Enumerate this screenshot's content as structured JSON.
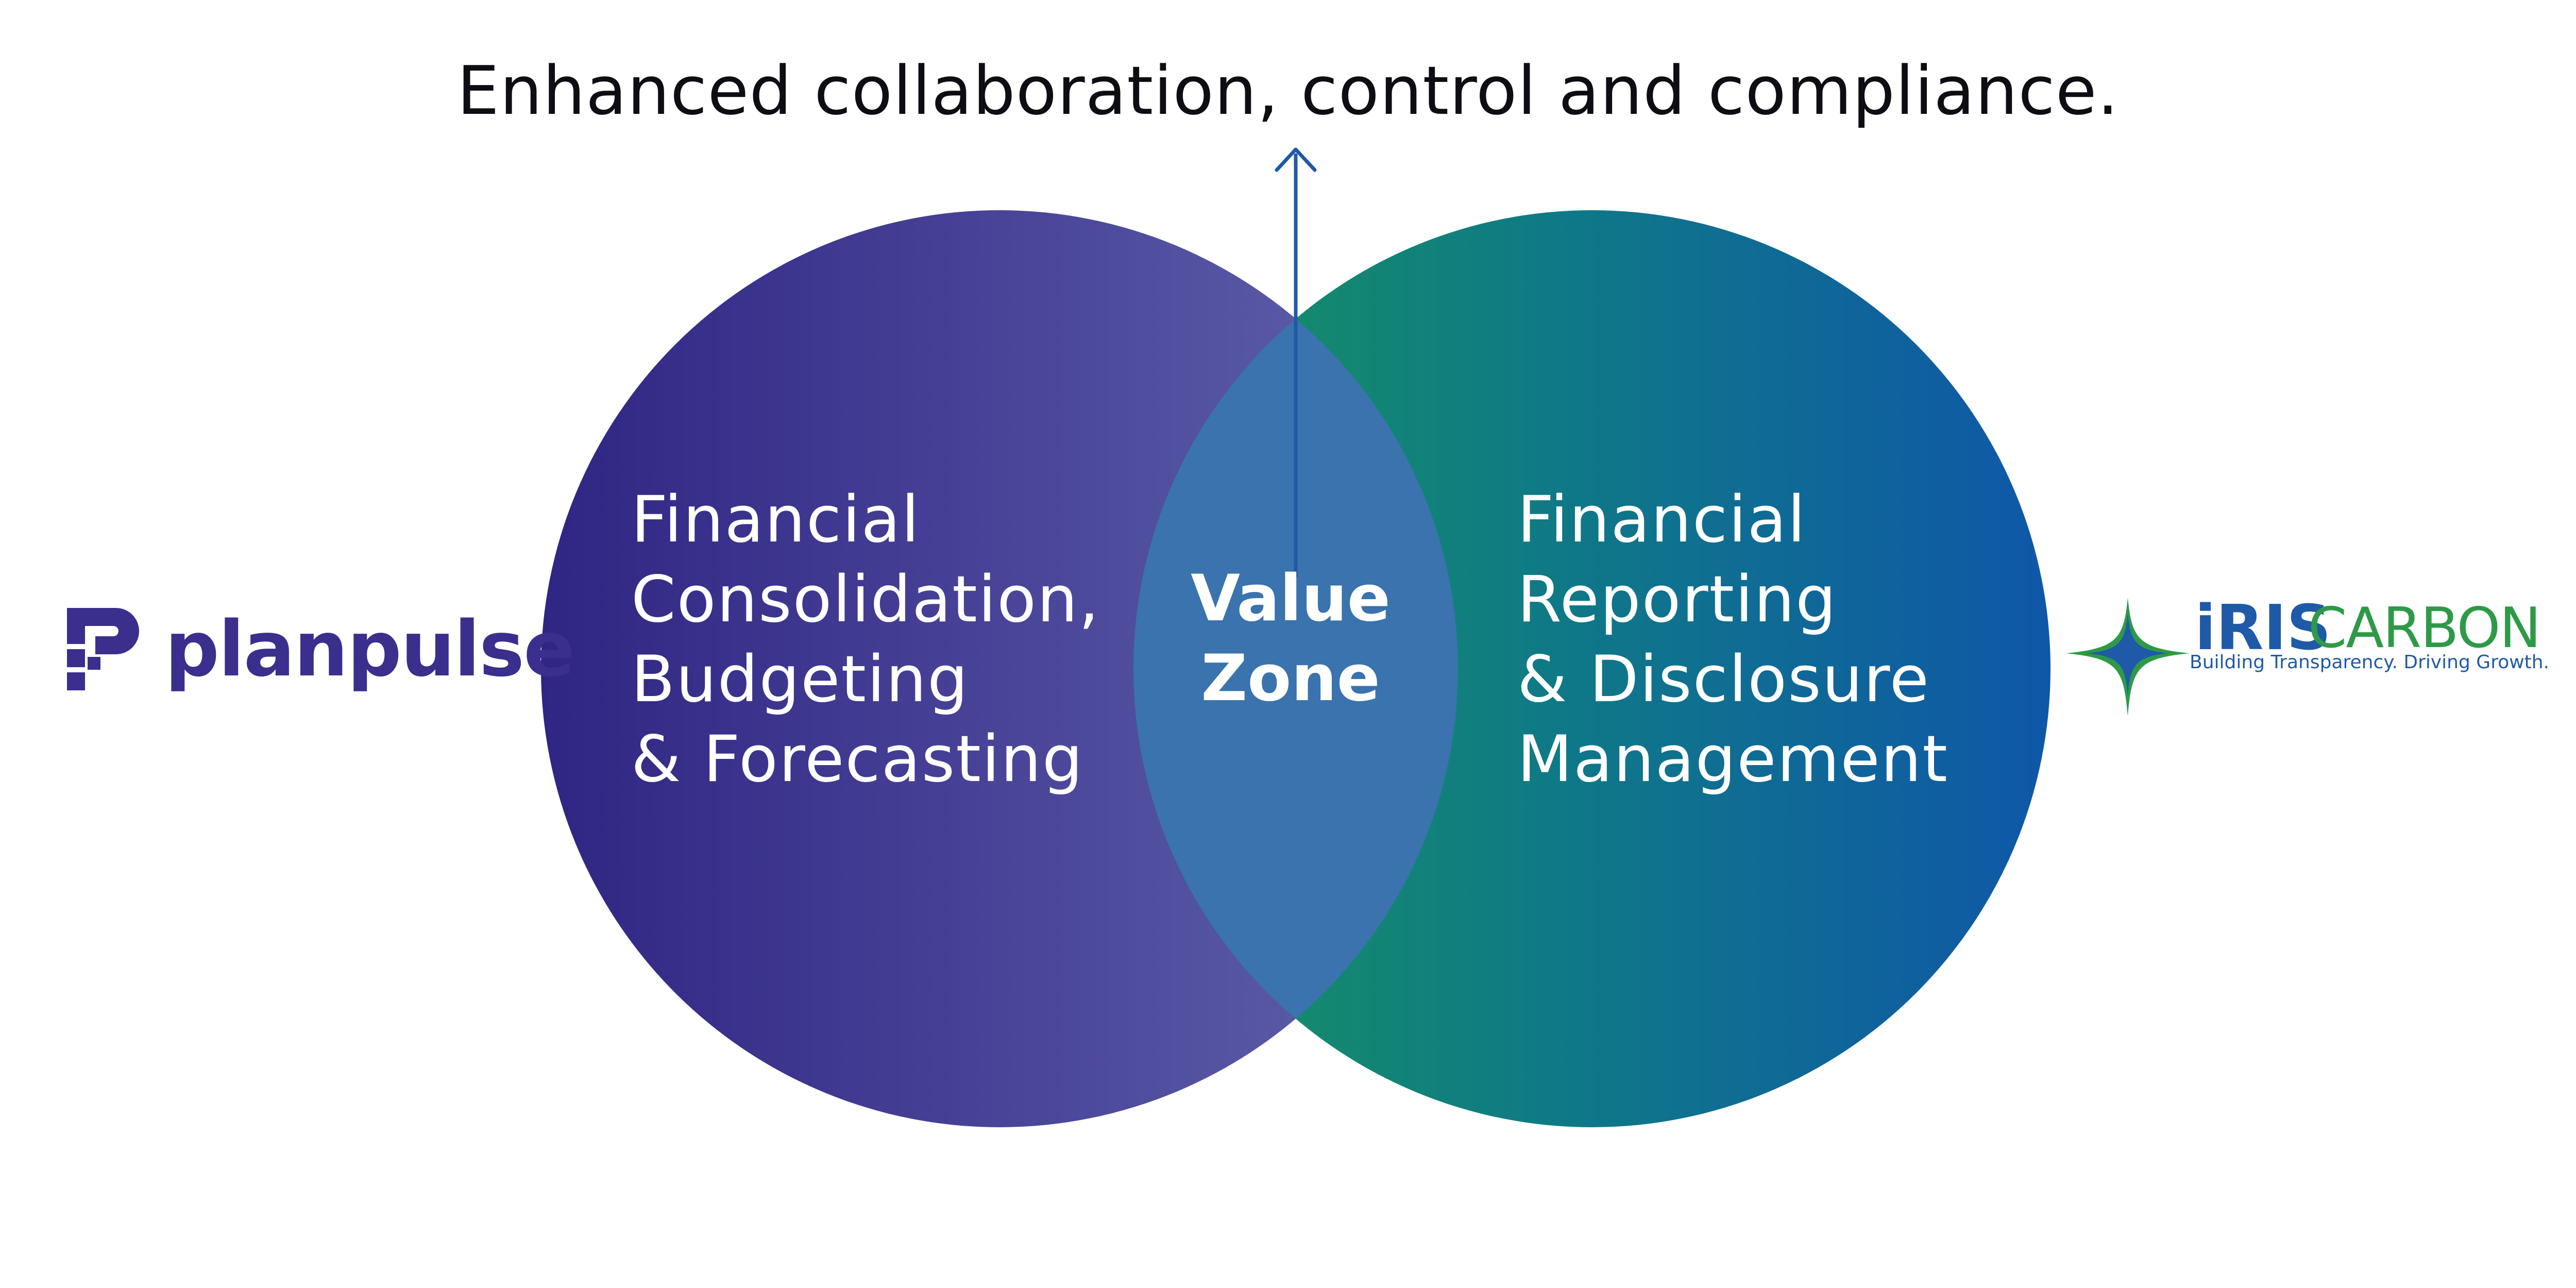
{
  "headline": "Enhanced collaboration, control and compliance.",
  "left_circle": {
    "lines": [
      "Financial",
      "Consolidation,",
      "Budgeting",
      "& Forecasting"
    ],
    "gradient": [
      "#2f2583",
      "#5f60ad"
    ]
  },
  "right_circle": {
    "lines": [
      "Financial",
      "Reporting",
      "& Disclosure",
      "Management"
    ],
    "gradient": [
      "#17935e",
      "#0f57a8"
    ]
  },
  "overlap": {
    "lines": [
      "Value",
      "Zone"
    ],
    "color": "#3a73ad"
  },
  "arrow": {
    "icon": "arrow-up-icon",
    "color": "#1f5aa6"
  },
  "logos": {
    "left": {
      "name": "planpulse",
      "icon": "planpulse-mark-icon",
      "color": "#3a2f8c"
    },
    "right": {
      "name_primary": "iRIS",
      "name_secondary": "CARBON",
      "tagline": "Building Transparency. Driving Growth.",
      "icon": "iriscarbon-star-icon",
      "colors": [
        "#1e5aa8",
        "#2e9a48"
      ]
    }
  }
}
